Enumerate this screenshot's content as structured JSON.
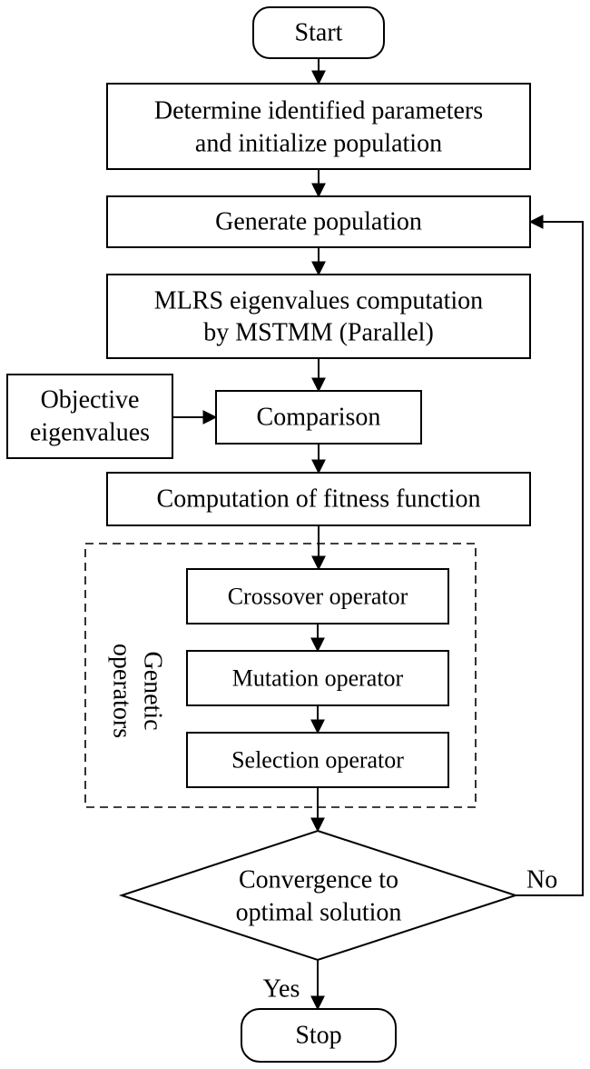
{
  "nodes": {
    "start": "Start",
    "init_line1": "Determine identified parameters",
    "init_line2": "and initialize population",
    "generate": "Generate population",
    "mlrs_line1": "MLRS eigenvalues computation",
    "mlrs_line2": "by MSTMM (Parallel)",
    "objective_line1": "Objective",
    "objective_line2": "eigenvalues",
    "comparison": "Comparison",
    "fitness": "Computation of fitness function",
    "crossover": "Crossover operator",
    "mutation": "Mutation operator",
    "selection": "Selection operator",
    "genetic_line1": "Genetic",
    "genetic_line2": "operators",
    "decision_line1": "Convergence to",
    "decision_line2": "optimal solution",
    "stop": "Stop"
  },
  "edge_labels": {
    "yes": "Yes",
    "no": "No"
  }
}
